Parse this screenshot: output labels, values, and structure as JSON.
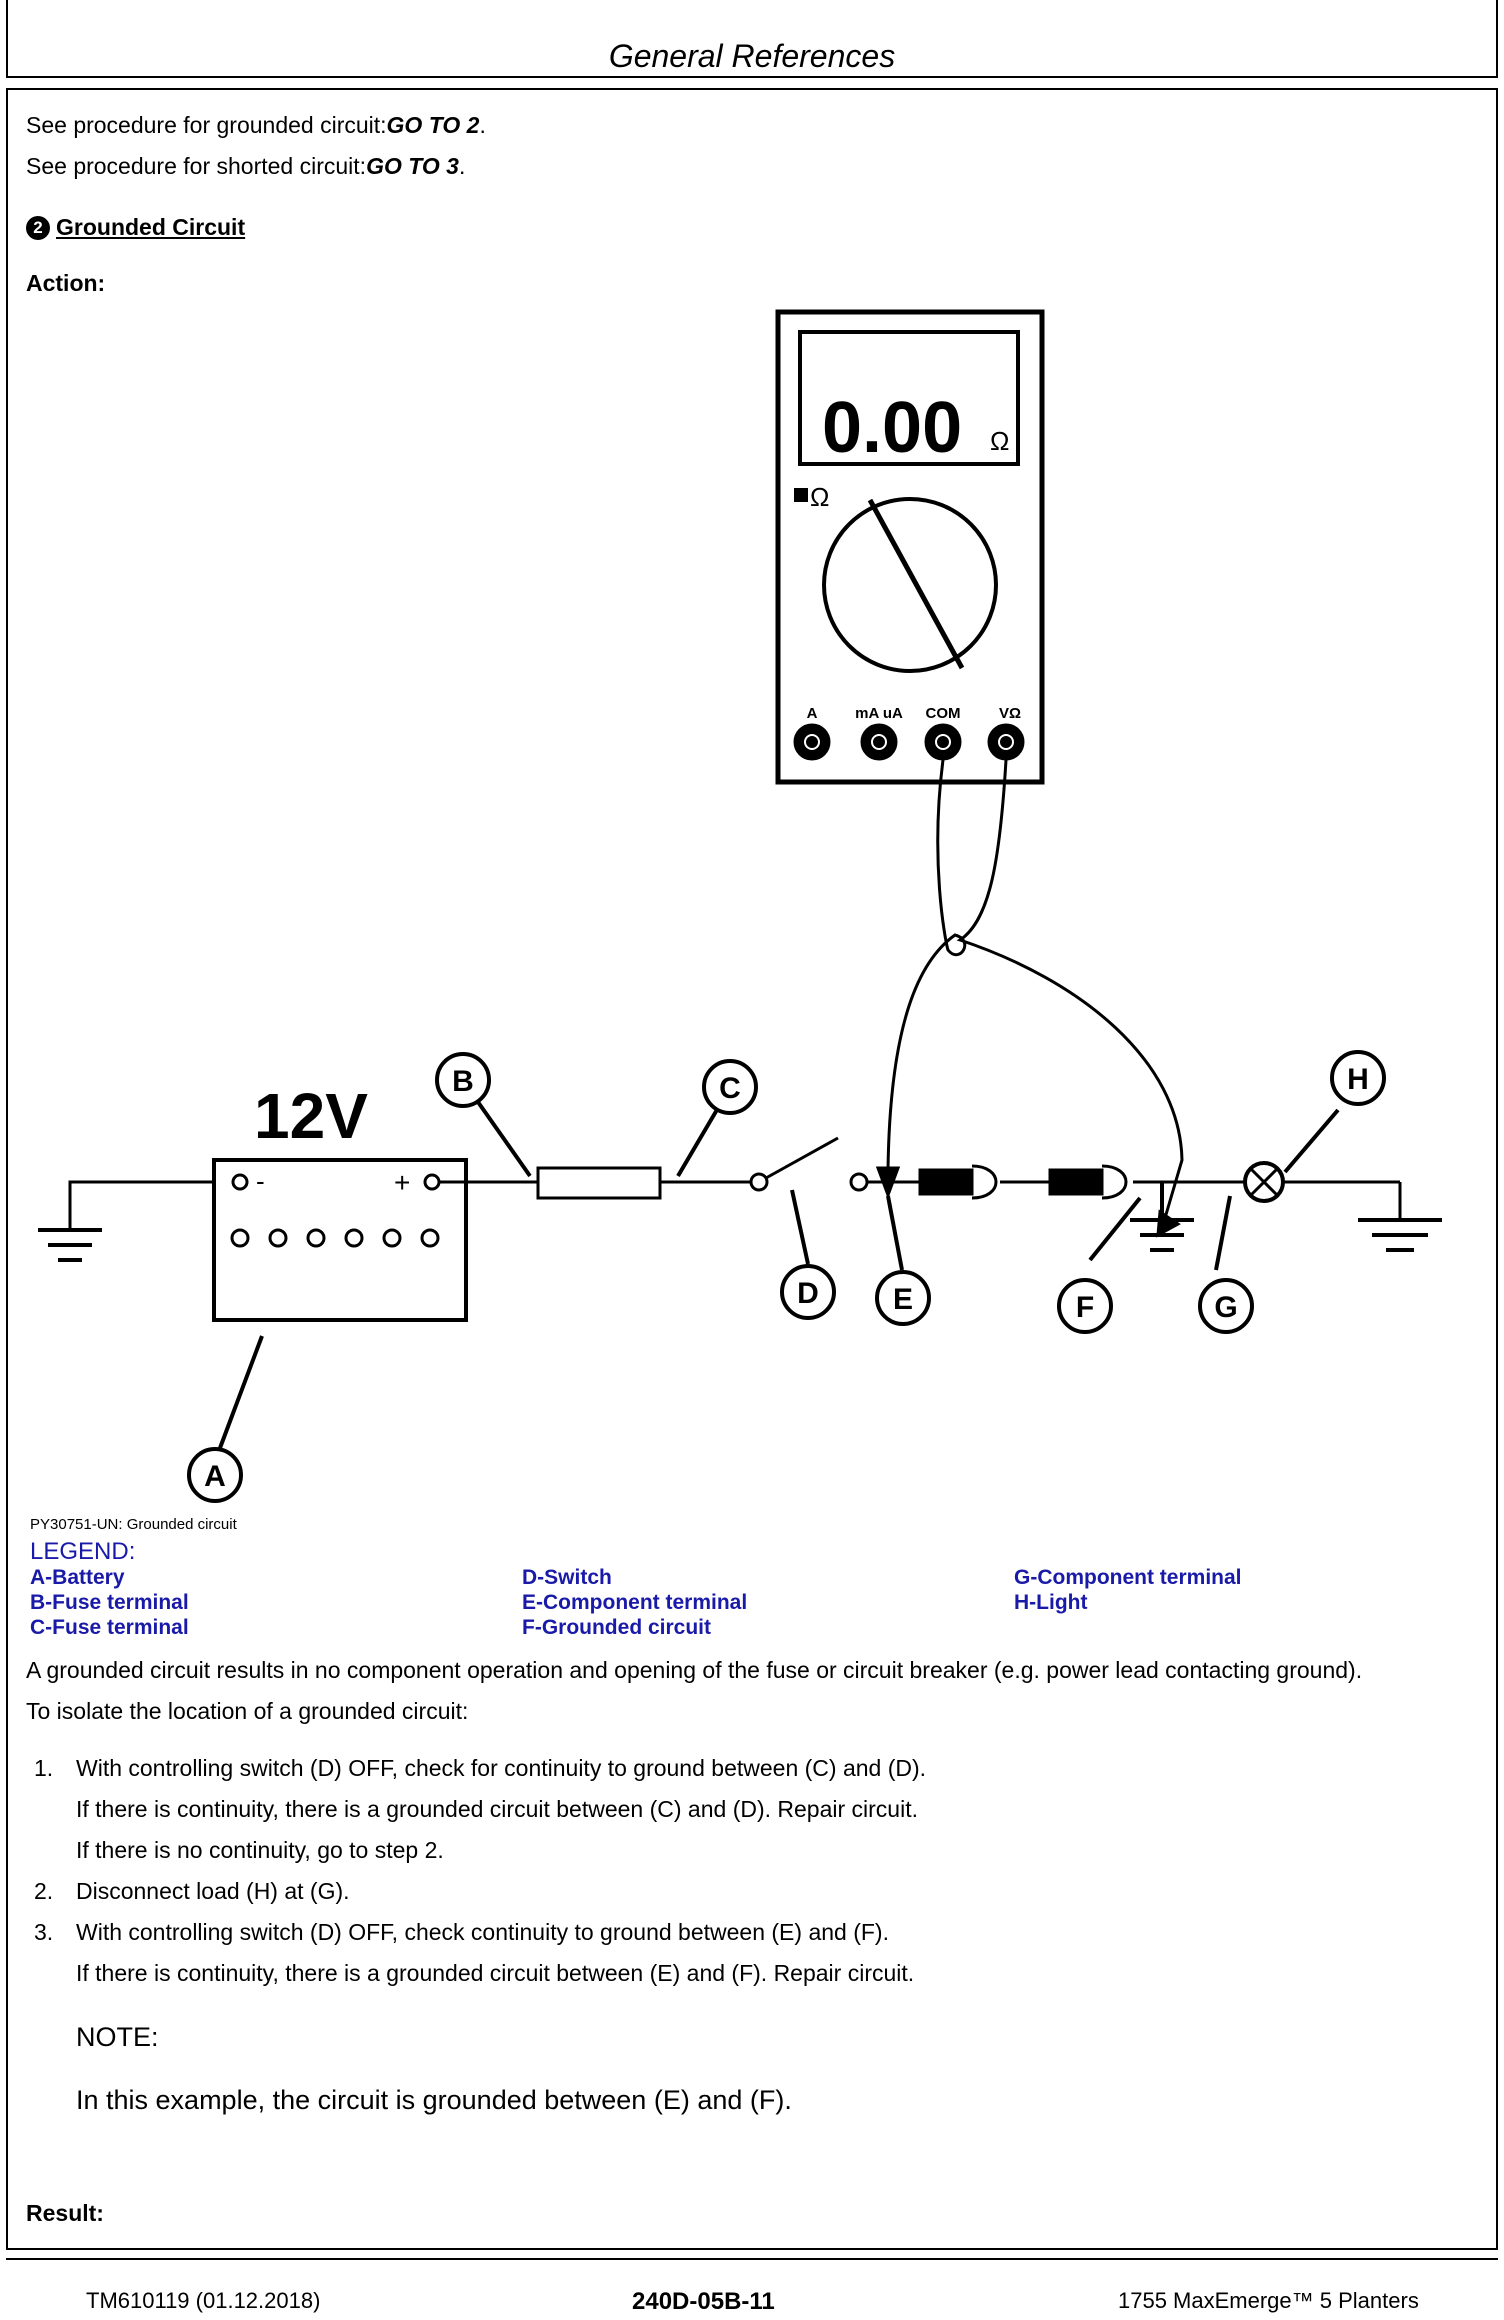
{
  "header": {
    "title": "General References"
  },
  "intro": {
    "line1_text": "See procedure for grounded circuit:",
    "line1_goto": "GO TO 2",
    "line2_text": "See procedure for shorted circuit:",
    "line2_goto": "GO TO 3"
  },
  "section": {
    "number": "2",
    "title": "Grounded Circuit",
    "action_label": "Action:"
  },
  "diagram": {
    "meter_reading": "0.00",
    "meter_unit": "Ω",
    "dial_label": "Ω",
    "jacks": [
      "A",
      "mA uA",
      "COM",
      "VΩ"
    ],
    "battery_voltage": "12V",
    "battery_minus": "-",
    "battery_plus": "+",
    "callouts": [
      "A",
      "B",
      "C",
      "D",
      "E",
      "F",
      "G",
      "H"
    ]
  },
  "caption": "PY30751-UN: Grounded circuit",
  "legend": {
    "title": "LEGEND:",
    "items": [
      "A-Battery",
      "B-Fuse terminal",
      "C-Fuse terminal",
      "D-Switch",
      "E-Component terminal",
      "F-Grounded circuit",
      "G-Component terminal",
      "H-Light"
    ]
  },
  "body": {
    "para1": "A grounded circuit results in no component operation and opening of the fuse or circuit breaker (e.g. power lead contacting ground).",
    "para2": "To isolate the location of a grounded circuit:",
    "steps": [
      {
        "num": "1.",
        "text": "With controlling switch (D) OFF, check for continuity to ground between (C) and (D).",
        "sub": [
          "If there is continuity, there is a grounded circuit between (C) and (D). Repair circuit.",
          "If there is no continuity, go to step 2."
        ]
      },
      {
        "num": "2.",
        "text": "Disconnect load (H) at (G).",
        "sub": []
      },
      {
        "num": "3.",
        "text": "With controlling switch (D) OFF, check continuity to ground between (E) and (F).",
        "sub": [
          "If there is continuity, there is a grounded circuit between (E) and (F). Repair circuit."
        ]
      }
    ],
    "note_label": "NOTE:",
    "note_text": "In this example, the circuit is grounded between (E) and (F).",
    "result_label": "Result:"
  },
  "footer": {
    "left": "TM610119 (01.12.2018)",
    "center": "240D-05B-11",
    "right": "1755 MaxEmerge™ 5 Planters"
  }
}
